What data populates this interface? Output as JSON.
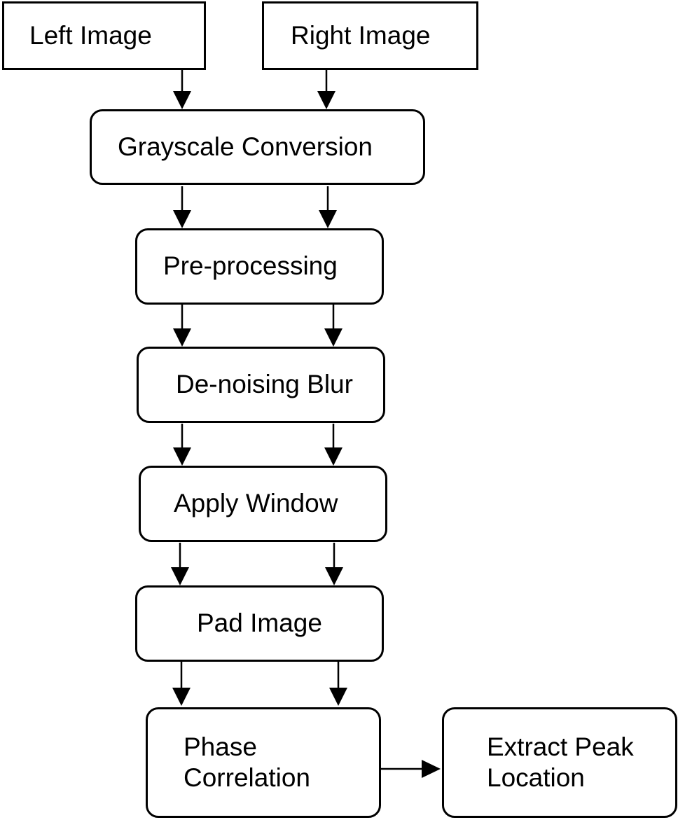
{
  "diagram": {
    "nodes": {
      "left_image": "Left Image",
      "right_image": "Right Image",
      "grayscale": "Grayscale Conversion",
      "preprocessing": "Pre-processing",
      "denoising": "De-noising Blur",
      "window": "Apply Window",
      "pad": "Pad Image",
      "phase_line1": "Phase",
      "phase_line2": "Correlation",
      "extract_line1": "Extract Peak",
      "extract_line2": "Location"
    },
    "colors": {
      "stroke": "#000000",
      "background": "#ffffff"
    }
  }
}
